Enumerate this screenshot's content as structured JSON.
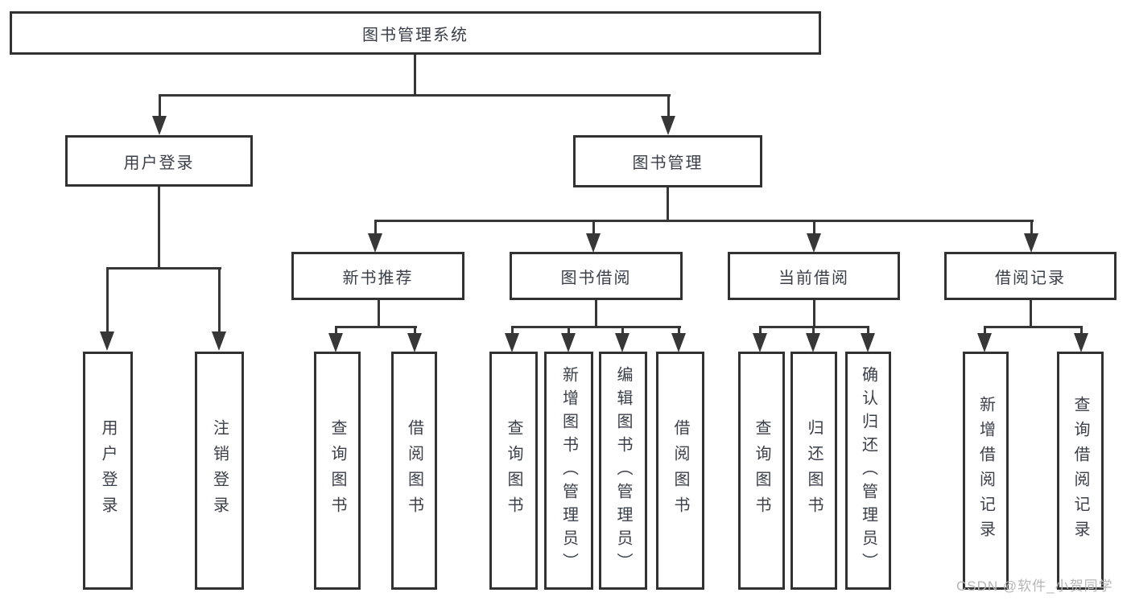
{
  "diagram": {
    "type": "tree-structure-chart",
    "nodes": {
      "root": "图书管理系统",
      "user_login": "用户登录",
      "book_mgmt": "图书管理",
      "new_book_rec": "新书推荐",
      "book_borrow": "图书借阅",
      "current_borrow": "当前借阅",
      "borrow_records": "借阅记录",
      "leaf_user_login": "用户登录",
      "leaf_logout": "注销登录",
      "leaf_nb_query": "查询图书",
      "leaf_nb_borrow": "借阅图书",
      "leaf_bb_query": "查询图书",
      "leaf_bb_add": "新增图书（管理员）",
      "leaf_bb_edit": "编辑图书（管理员）",
      "leaf_bb_borrow": "借阅图书",
      "leaf_cb_query": "查询图书",
      "leaf_cb_return": "归还图书",
      "leaf_cb_confirm": "确认归还（管理员）",
      "leaf_br_add": "新增借阅记录",
      "leaf_br_query": "查询借阅记录"
    },
    "colors": {
      "line": "#373737",
      "box_border": "#323232",
      "text": "#3a3f49",
      "background": "#ffffff",
      "watermark": "#b6b6b6"
    }
  },
  "watermark": {
    "text": "CSDN @软件_小贺同学"
  }
}
